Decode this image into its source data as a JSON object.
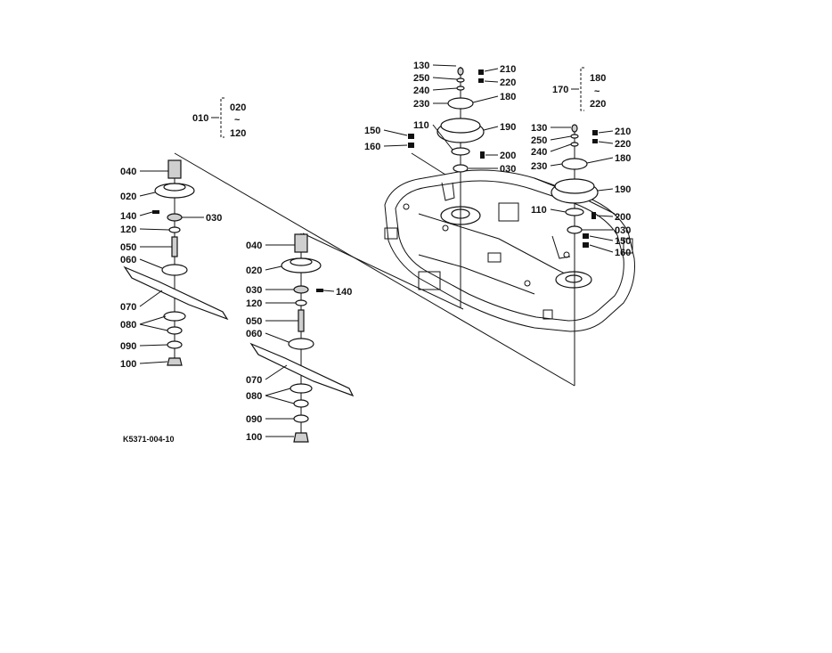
{
  "drawing_code": "K5371-004-10",
  "groups": [
    {
      "label": "010",
      "from": "020",
      "to": "120",
      "tilde": "~"
    },
    {
      "label": "170",
      "from": "180",
      "to": "220",
      "tilde": "~"
    }
  ],
  "spindle_left": [
    "040",
    "020",
    "140",
    "030",
    "120",
    "050",
    "060",
    "070",
    "080",
    "090",
    "100"
  ],
  "spindle_center": [
    "040",
    "020",
    "030",
    "140",
    "120",
    "050",
    "060",
    "070",
    "080",
    "090",
    "100"
  ],
  "pulley_center": [
    "130",
    "250",
    "240",
    "230",
    "210",
    "220",
    "180",
    "190",
    "110",
    "150",
    "160",
    "200",
    "030"
  ],
  "pulley_right": [
    "130",
    "250",
    "240",
    "230",
    "210",
    "220",
    "180",
    "190",
    "110",
    "200",
    "030",
    "150",
    "160"
  ]
}
